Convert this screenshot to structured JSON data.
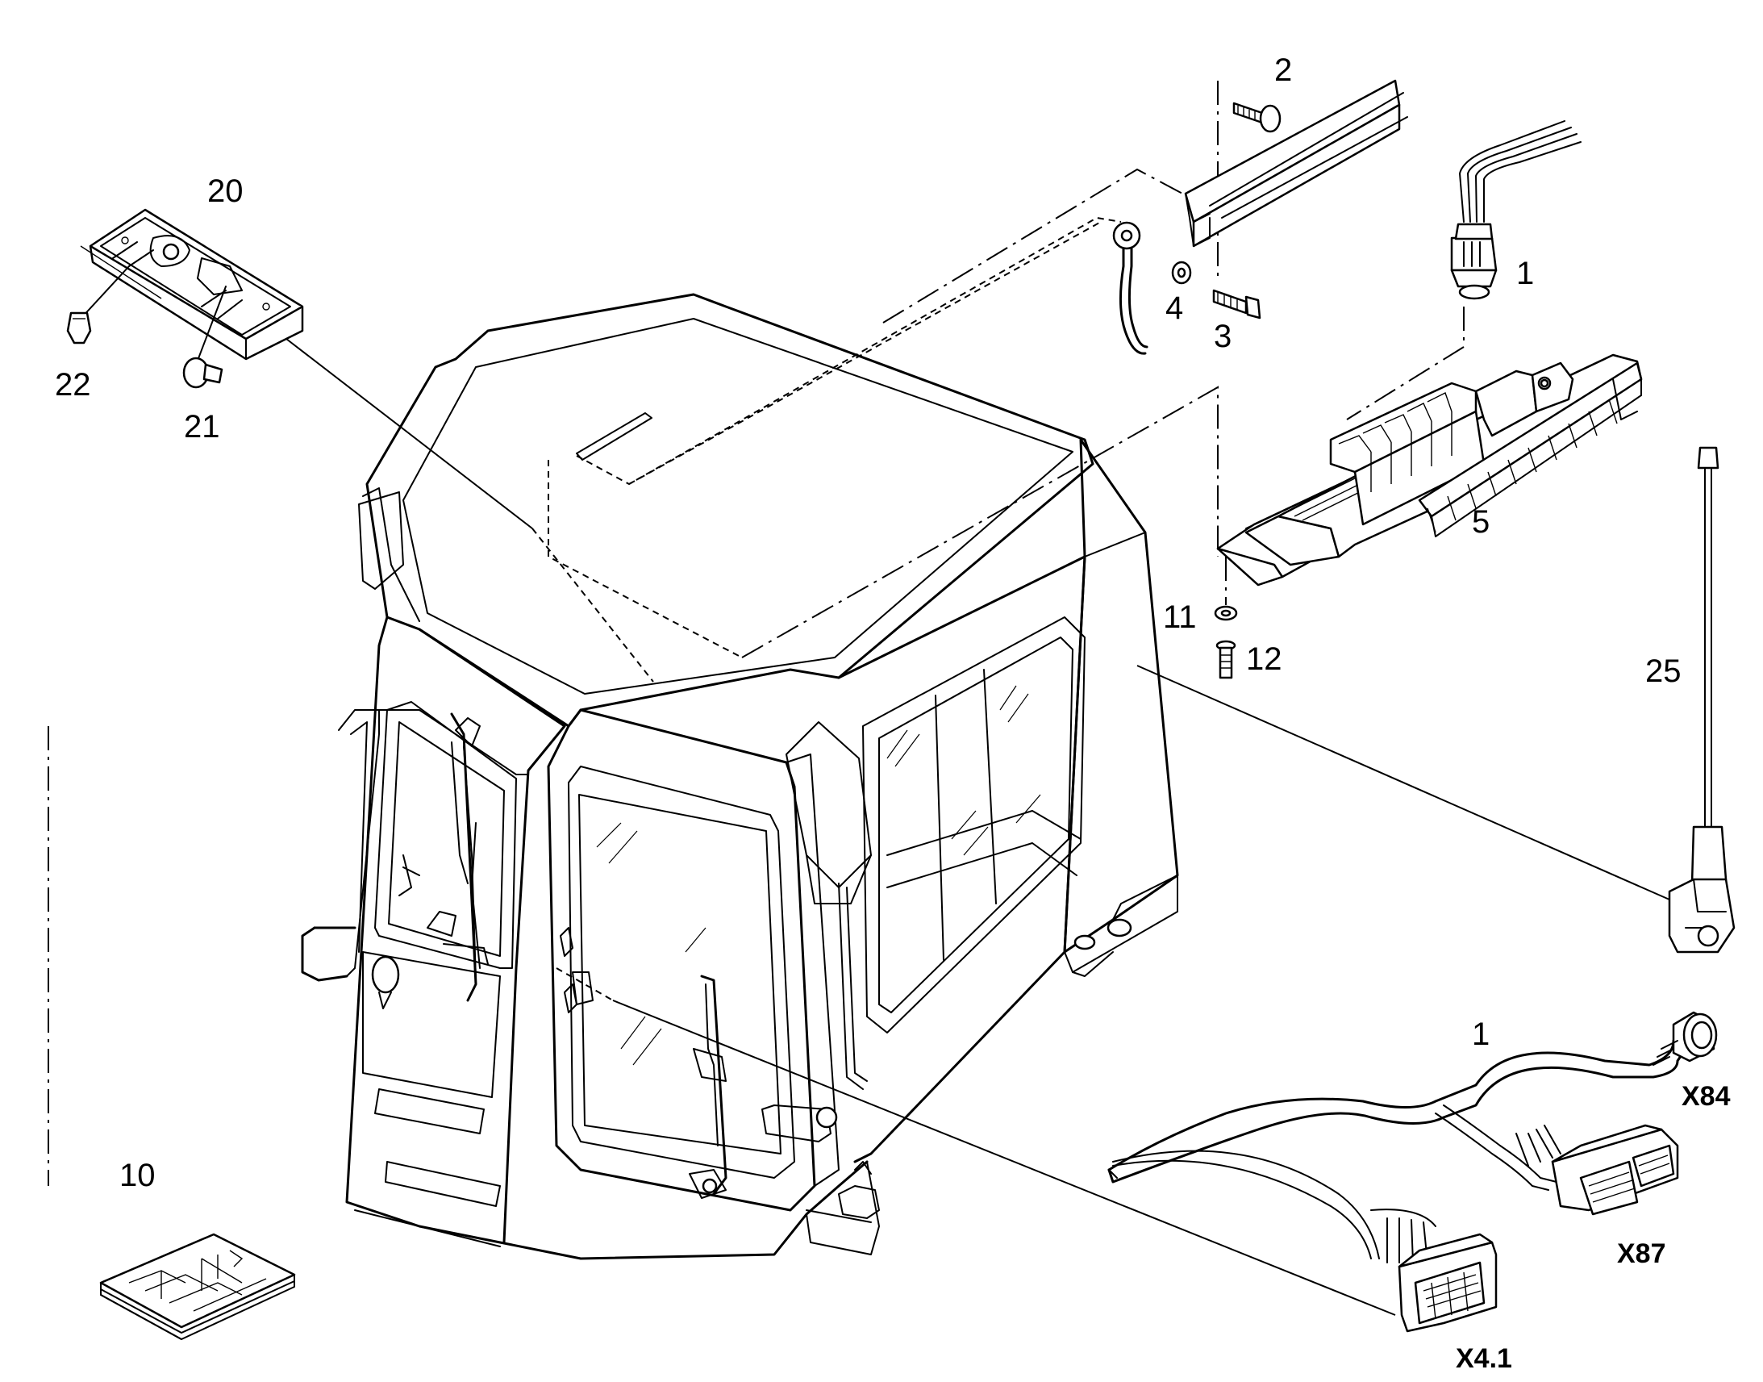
{
  "labels": {
    "p1_top": "1",
    "p1_bottom": "1",
    "p2": "2",
    "p3": "3",
    "p4": "4",
    "p5": "5",
    "p10": "10",
    "p11": "11",
    "p12": "12",
    "p20": "20",
    "p21": "21",
    "p22": "22",
    "p25": "25"
  },
  "connectors": {
    "x84": "X84",
    "x87": "X87",
    "x4_1": "X4.1"
  },
  "colors": {
    "line": "#000000",
    "background": "#ffffff"
  }
}
